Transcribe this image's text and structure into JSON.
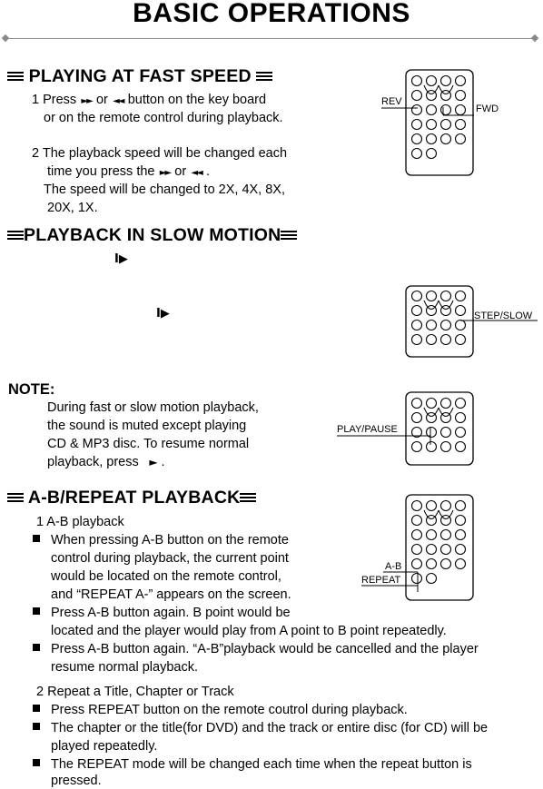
{
  "title": "BASIC OPERATIONS",
  "icons": {
    "fwd": "fast-forward-icon",
    "rev": "fast-reverse-icon",
    "step": "step-slow-icon",
    "play": "play-icon"
  },
  "fast": {
    "heading": "PLAYING AT FAST SPEED",
    "l1a": "1 Press",
    "l1b": "or",
    "l1c": "button on the key board",
    "l2": "or on the remote control during playback.",
    "l3": "2 The playback speed will be changed each",
    "l4a": "time you press   the",
    "l4b": "or",
    "l4c": ".",
    "l5": "The speed will be changed  to 2X, 4X,  8X,",
    "l6": "20X,  1X.",
    "rev_label": "REV",
    "fwd_label": "FWD"
  },
  "slow": {
    "heading": "PLAYBACK IN SLOW MOTION",
    "step_label": "STEP/SLOW"
  },
  "note": {
    "heading": "NOTE:",
    "l1": "During fast or slow motion playback,",
    "l2": "the sound is muted except playing",
    "l3": "CD & MP3 disc. To resume normal",
    "l4": "playback,  press",
    "l4end": ".",
    "play_label": "PLAY/PAUSE"
  },
  "ab": {
    "heading": "A-B/REPEAT PLAYBACK",
    "sub1": "1 A-B playback",
    "b1l1": "When pressing A-B button on the remote",
    "b1l2": "control during playback, the current point",
    "b1l3": "would be located on the remote control,",
    "b1l4": "and  “REPEAT A-”   appears on the screen.",
    "b2l1": "Press A-B button again. B point would be",
    "b2l2": "located and the player would play  from A point to B point repeatedly.",
    "b3l1": "Press A-B button again.  “A-B”playback would be cancelled and the player",
    "b3l2": "resume normal playback.",
    "sub2": "2 Repeat a Title, Chapter or Track",
    "b4l1": "Press REPEAT button on the remote coutrol during playback.",
    "b5l1": "The chapter or the title(for DVD) and the track or entire disc (for CD) will be",
    "b5l2": "played repeatedly.",
    "b6l1": "The REPEAT mode will be changed each time when the repeat button is",
    "b6l2": "pressed.",
    "ab_label": "A-B",
    "repeat_label": "REPEAT"
  }
}
